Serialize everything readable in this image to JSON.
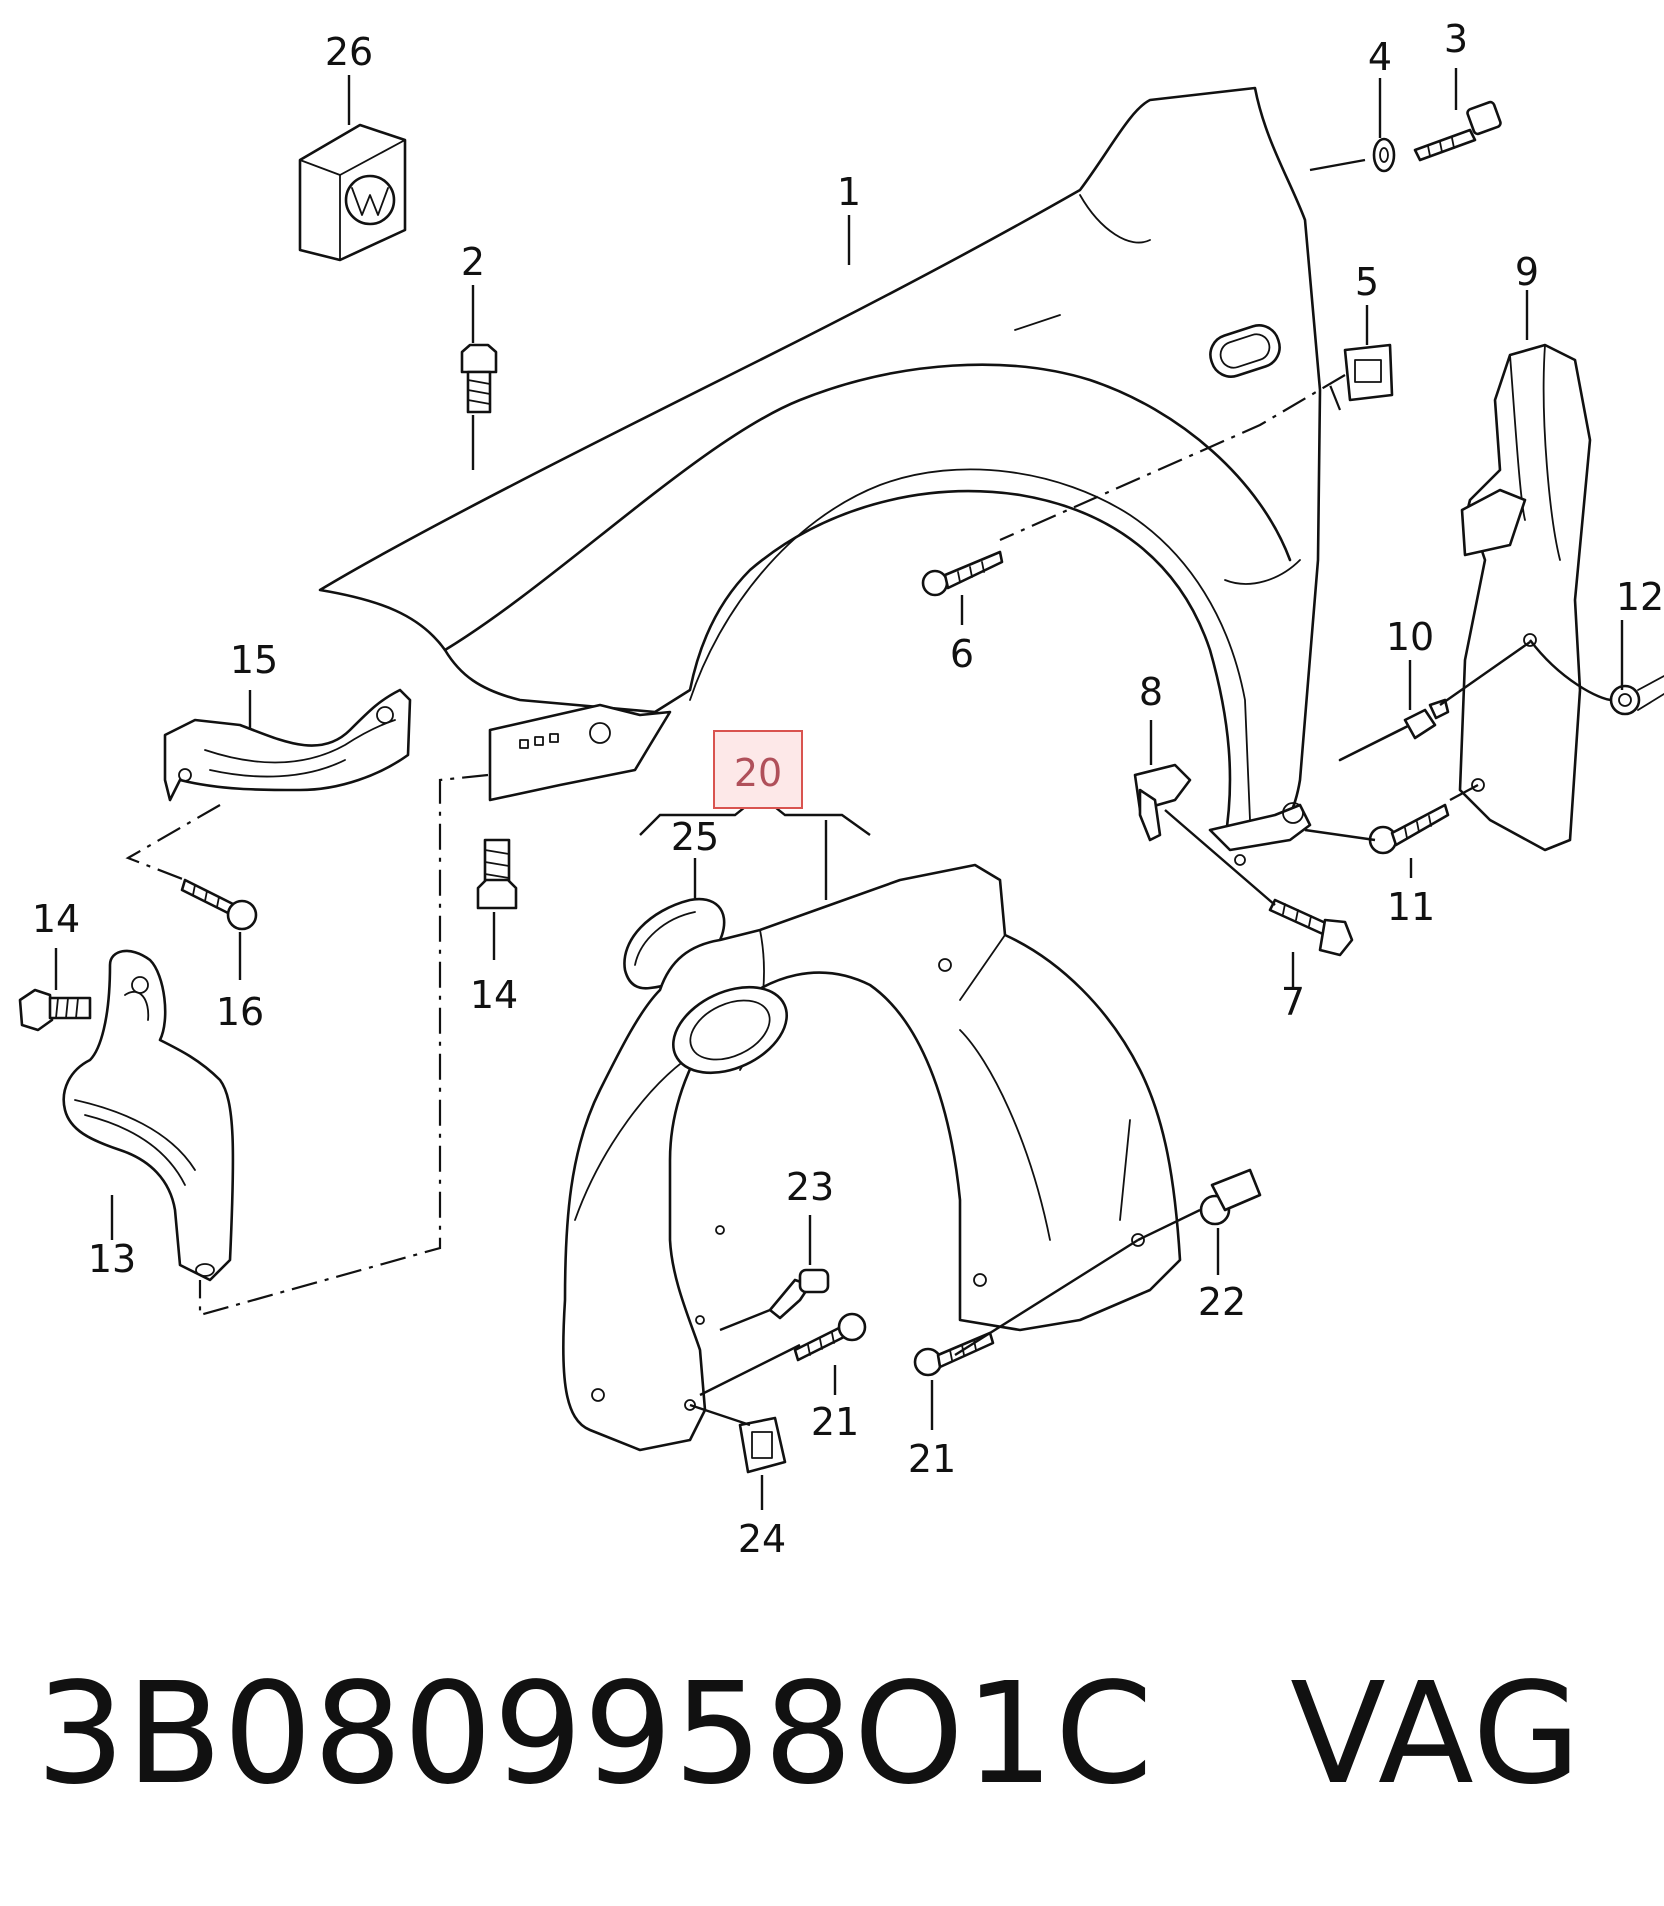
{
  "diagram": {
    "callouts": {
      "c1": "1",
      "c2": "2",
      "c3": "3",
      "c4": "4",
      "c5": "5",
      "c6": "6",
      "c7": "7",
      "c8": "8",
      "c9": "9",
      "c10": "10",
      "c11": "11",
      "c12": "12",
      "c13": "13",
      "c14a": "14",
      "c14b": "14",
      "c15": "15",
      "c16": "16",
      "c20": "20",
      "c21a": "21",
      "c21b": "21",
      "c22": "22",
      "c23": "23",
      "c24": "24",
      "c25": "25",
      "c26": "26"
    },
    "highlighted_callout": "20",
    "highlight_color": "#d9534f"
  },
  "footer": {
    "part_number": "3B0809958O1C",
    "brand": "VAG",
    "caption": "3B0809958O1C   VAG"
  }
}
